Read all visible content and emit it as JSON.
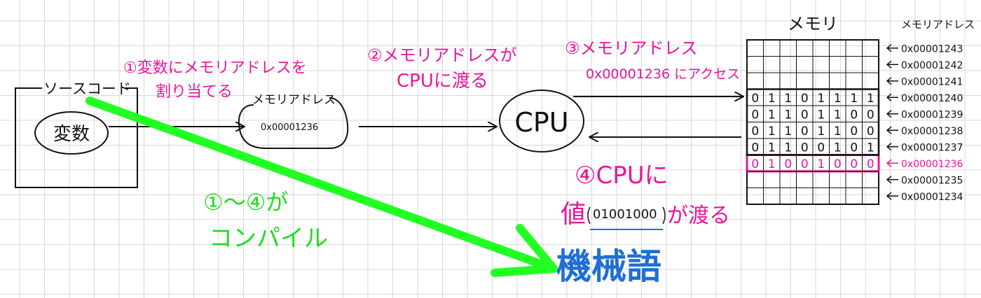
{
  "colors": {
    "ink": "#111111",
    "note_pink": "#e8169a",
    "highlight_green": "#22ff22",
    "machine_blue": "#1f6fd6",
    "grid": "#d8d8d8"
  },
  "source_code": {
    "label": "ソースコード",
    "variable_label": "変数"
  },
  "memory_address_box": {
    "label": "メモリアドレス",
    "value": "0x00001236"
  },
  "cpu": {
    "label": "CPU"
  },
  "steps": {
    "step1_line1": "①変数にメモリアドレスを",
    "step1_line2": "割り当てる",
    "step2_line1": "②メモリアドレスが",
    "step2_line2": "CPUに渡る",
    "step3_line1": "③メモリアドレス",
    "step3_line2": "0x00001236 にアクセス",
    "step4_line1": "④CPUに",
    "step4_value_prefix": "値",
    "step4_value": "01001000",
    "step4_line2_suffix": "が渡る"
  },
  "compile_note": {
    "line1": "①〜④が",
    "line2": "コンパイル"
  },
  "machine_code_label": "機械語",
  "memory": {
    "title": "メモリ",
    "address_header": "メモリアドレス",
    "rows": [
      {
        "address": "0x00001243",
        "bits": [
          "",
          "",
          "",
          "",
          "",
          "",
          "",
          ""
        ],
        "highlight": false
      },
      {
        "address": "0x00001242",
        "bits": [
          "",
          "",
          "",
          "",
          "",
          "",
          "",
          ""
        ],
        "highlight": false
      },
      {
        "address": "0x00001241",
        "bits": [
          "",
          "",
          "",
          "",
          "",
          "",
          "",
          ""
        ],
        "highlight": false
      },
      {
        "address": "0x00001240",
        "bits": [
          "0",
          "1",
          "1",
          "0",
          "1",
          "1",
          "1",
          "1"
        ],
        "highlight": false
      },
      {
        "address": "0x00001239",
        "bits": [
          "0",
          "1",
          "1",
          "0",
          "1",
          "1",
          "0",
          "0"
        ],
        "highlight": false
      },
      {
        "address": "0x00001238",
        "bits": [
          "0",
          "1",
          "1",
          "0",
          "1",
          "1",
          "0",
          "0"
        ],
        "highlight": false
      },
      {
        "address": "0x00001237",
        "bits": [
          "0",
          "1",
          "1",
          "0",
          "0",
          "1",
          "0",
          "1"
        ],
        "highlight": false
      },
      {
        "address": "0x00001236",
        "bits": [
          "0",
          "1",
          "0",
          "0",
          "1",
          "0",
          "0",
          "0"
        ],
        "highlight": true
      },
      {
        "address": "0x00001235",
        "bits": [
          "",
          "",
          "",
          "",
          "",
          "",
          "",
          ""
        ],
        "highlight": false
      },
      {
        "address": "0x00001234",
        "bits": [
          "",
          "",
          "",
          "",
          "",
          "",
          "",
          ""
        ],
        "highlight": false
      }
    ]
  }
}
